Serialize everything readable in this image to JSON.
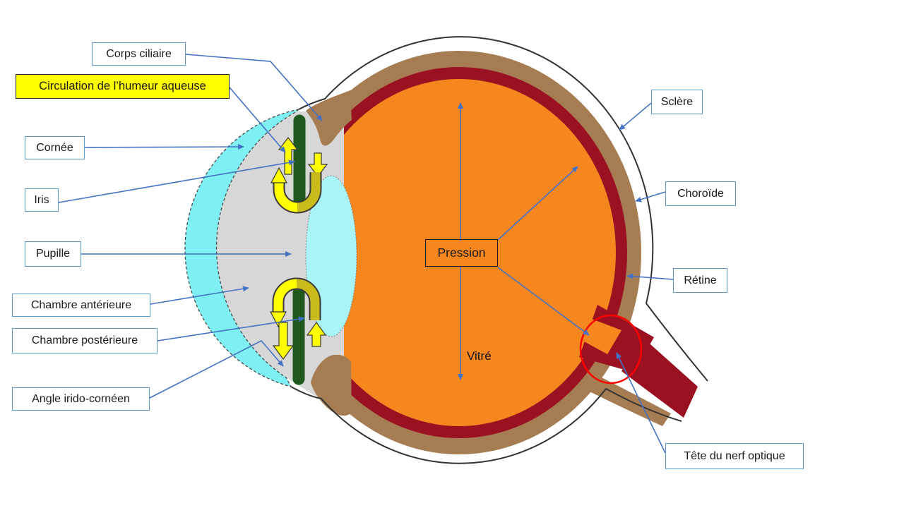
{
  "labels": {
    "corps_ciliaire": "Corps ciliaire",
    "circulation": "Circulation de l’humeur aqueuse",
    "cornee": "Cornée",
    "iris": "Iris",
    "pupille": "Pupille",
    "chambre_anterieure": "Chambre antérieure",
    "chambre_posterieure": "Chambre postérieure",
    "angle_irido_corneen": "Angle irido-cornéen",
    "sclere": "Sclère",
    "choroide": "Choroïde",
    "retine": "Rétine",
    "tete_nerf_optique": "Tête du nerf optique",
    "pression": "Pression",
    "vitre": "Vitré"
  },
  "colors": {
    "vitreous_orange": "#F6871F",
    "retina_red": "#9A1122",
    "choroid_brown": "#A67C52",
    "cornea_cyan": "#7EEFF2",
    "lens_cyan": "#A9F4F6",
    "chamber_gray": "#D7D7D7",
    "iris_green": "#20591F",
    "arrow_yellow": "#FFFF00",
    "arrow_olive": "#C9BB1C",
    "connector_blue": "#4472C4",
    "box_border": "#5B9BD5",
    "highlight_yellow": "#FFFF00",
    "circle_red": "#FF0000",
    "outline_dark": "#333333"
  }
}
